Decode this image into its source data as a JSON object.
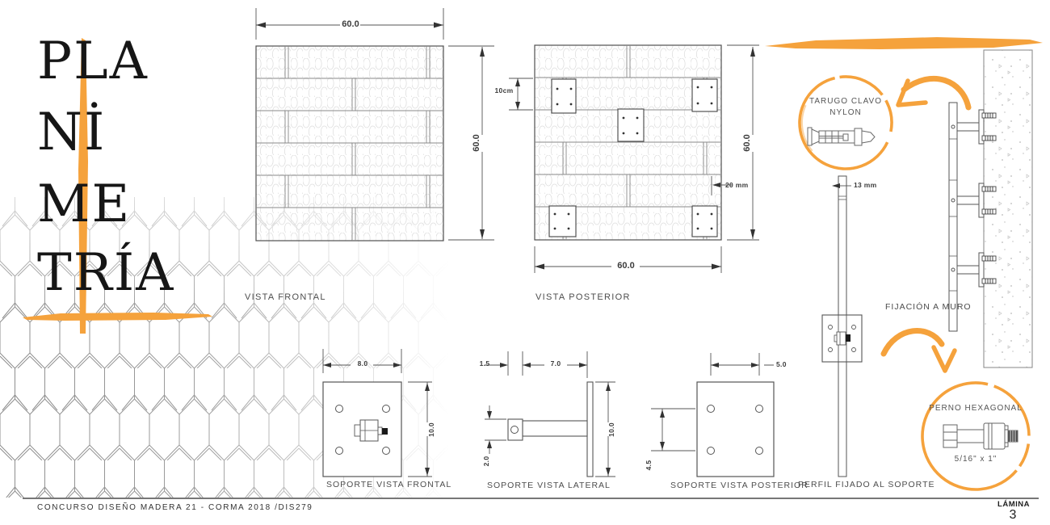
{
  "sheet": {
    "title_lines": [
      "PLA",
      "Nİ",
      "ME",
      "TRÍA"
    ],
    "footer_left": "CONCURSO DISEÑO MADERA 21 - CORMA 2018 /DIS279",
    "lamina_label": "LÁMINA",
    "sheet_number": "3"
  },
  "colors": {
    "accent_orange": "#F5A23C",
    "drawing_line": "#555555",
    "label_text": "#4d4d4d"
  },
  "panel_views": {
    "frontal": {
      "label": "VISTA FRONTAL",
      "width_dim": "60.0",
      "height_dim": "60.0"
    },
    "posterior": {
      "label": "VISTA POSTERIOR",
      "width_dim": "60.0",
      "height_dim": "60.0",
      "plate_offset_dim": "10cm",
      "overlap_dim": "20 mm"
    }
  },
  "support_views": {
    "frontal": {
      "label": "SOPORTE VISTA FRONTAL",
      "width_dim": "8.0",
      "height_dim": "10.0"
    },
    "lateral": {
      "label": "SOPORTE VISTA LATERAL",
      "block_width_dim": "1.5",
      "arm_length_dim": "7.0",
      "block_height_dim": "2.0",
      "height_dim": "10.0"
    },
    "posterior": {
      "label": "SOPORTE VISTA POSTERIOR",
      "hole_spacing_width_dim": "5.0",
      "hole_spacing_height_dim": "4.5"
    },
    "perfil": {
      "label": "PERFIL FIJADO AL SOPORTE",
      "profile_width_dim": "13 mm"
    }
  },
  "wall_detail": {
    "label": "FIJACIÓN A MURO"
  },
  "callouts": {
    "tarugo": {
      "label_line1": "TARUGO CLAVO",
      "label_line2": "NYLON"
    },
    "perno": {
      "label": "PERNO HEXAGONAL",
      "size_dim": "5/16\" x 1\""
    }
  }
}
